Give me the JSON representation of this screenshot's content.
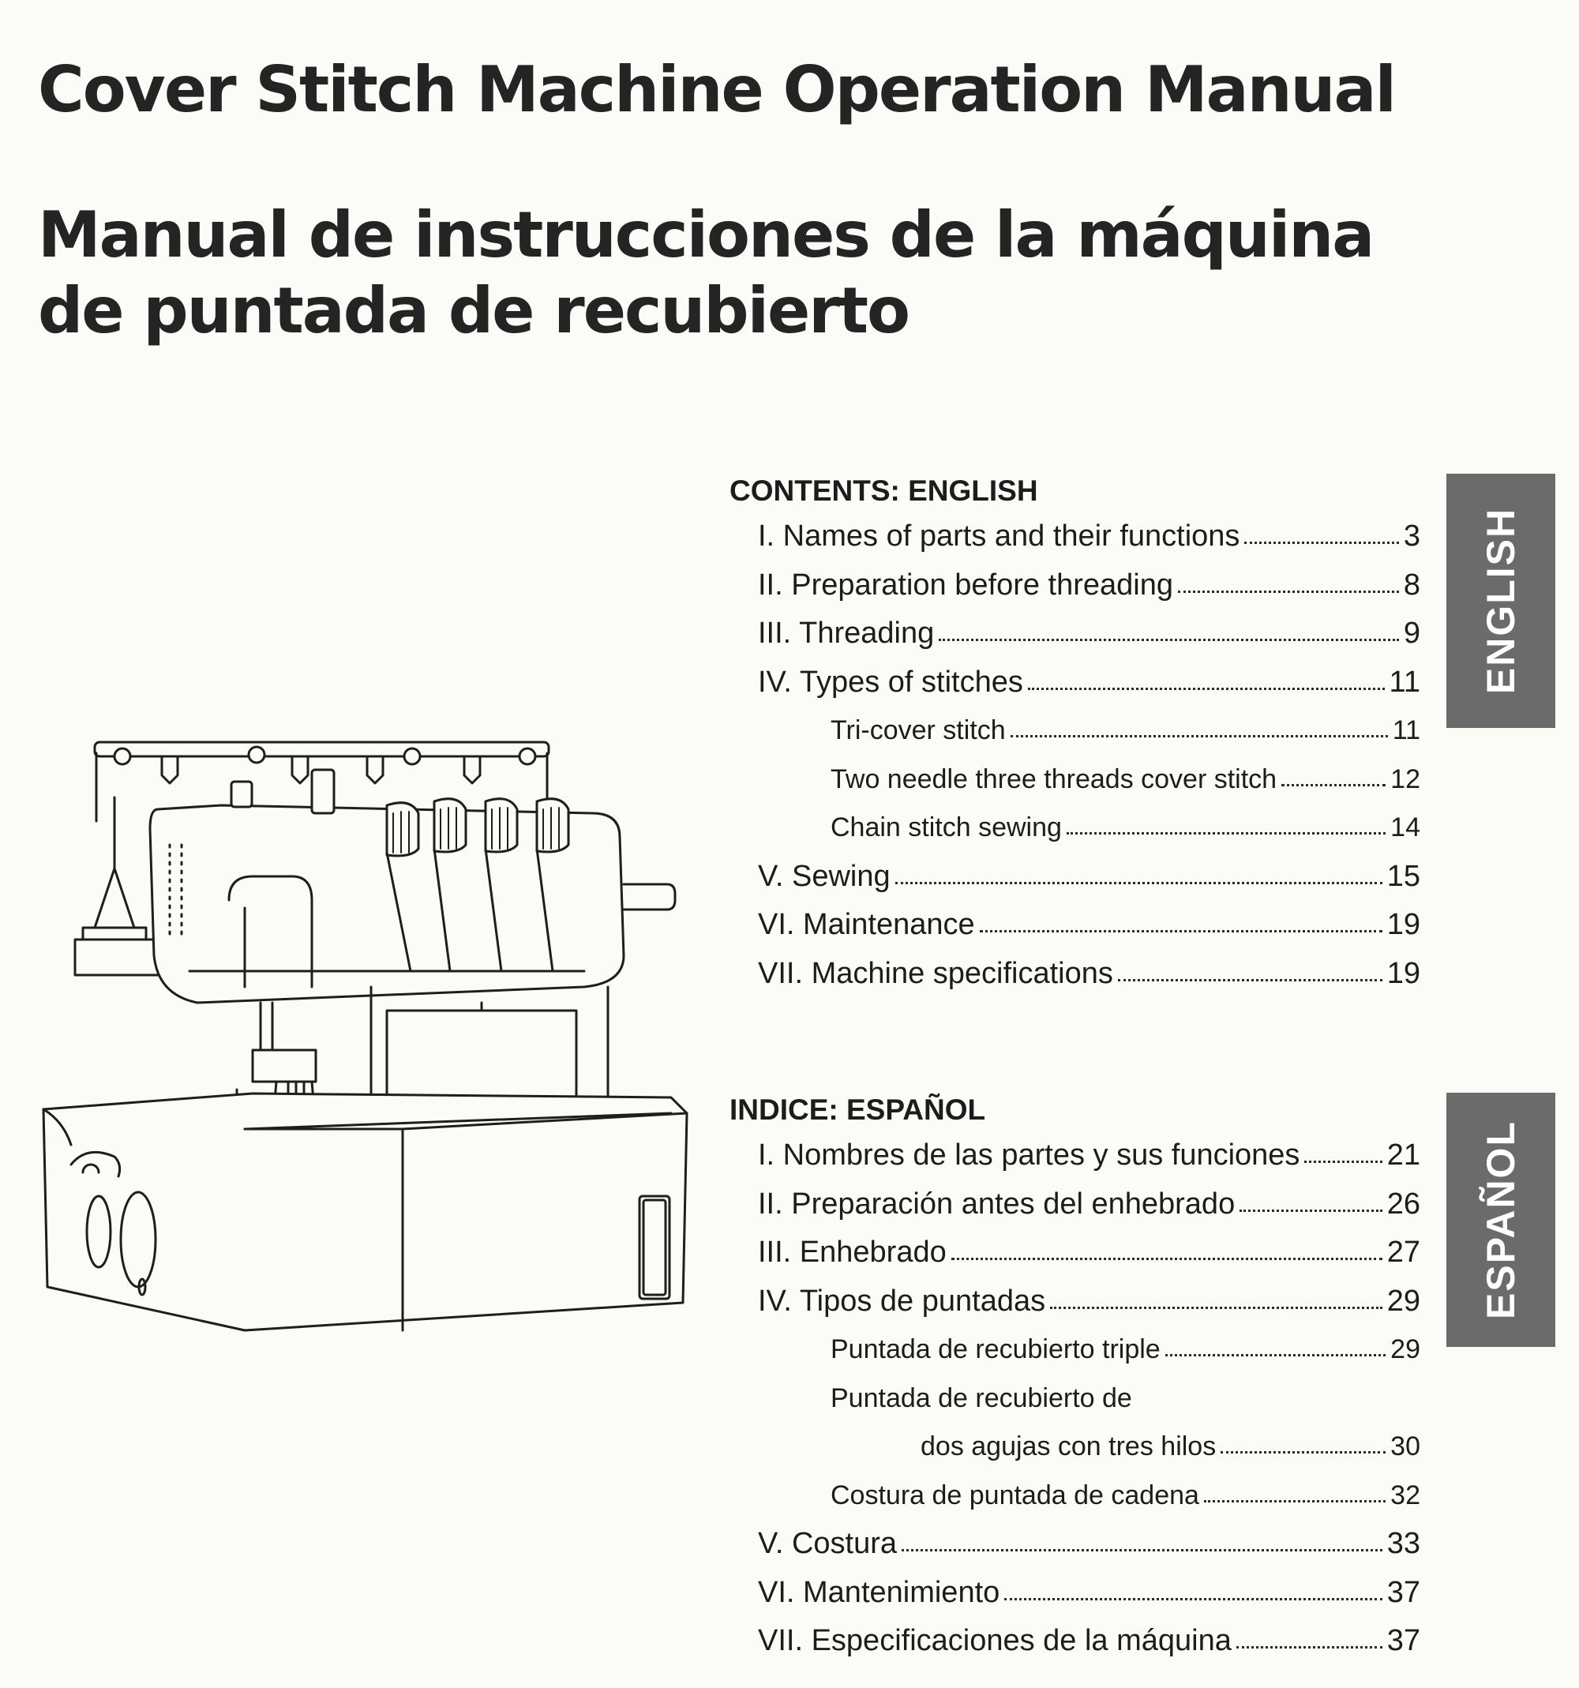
{
  "titles": {
    "english": "Cover Stitch Machine Operation Manual",
    "spanish": "Manual de instrucciones de la máquina de puntada de recubierto"
  },
  "contents_english": {
    "heading": "CONTENTS: ENGLISH",
    "tab": "ENGLISH",
    "entries": [
      {
        "label": "I. Names of parts and their functions",
        "page": "3"
      },
      {
        "label": "II. Preparation before threading",
        "page": "8"
      },
      {
        "label": "III. Threading",
        "page": "9"
      },
      {
        "label": "IV. Types of stitches",
        "page": "11"
      },
      {
        "label": "Tri-cover stitch",
        "page": "11"
      },
      {
        "label": "Two needle three threads cover stitch",
        "page": "12"
      },
      {
        "label": "Chain stitch sewing",
        "page": "14"
      },
      {
        "label": "V. Sewing",
        "page": "15"
      },
      {
        "label": "VI. Maintenance",
        "page": "19"
      },
      {
        "label": "VII. Machine specifications",
        "page": "19"
      }
    ]
  },
  "contents_spanish": {
    "heading": "INDICE: ESPAÑOL",
    "tab": "ESPAÑOL",
    "entries": [
      {
        "label": "I. Nombres de las partes y sus funciones",
        "page": "21"
      },
      {
        "label": "II. Preparación antes del enhebrado",
        "page": "26"
      },
      {
        "label": "III. Enhebrado",
        "page": "27"
      },
      {
        "label": "IV. Tipos de puntadas",
        "page": "29"
      },
      {
        "label": "Puntada de recubierto triple",
        "page": "29"
      },
      {
        "label": "Puntada de recubierto de",
        "page": ""
      },
      {
        "label": "dos agujas con tres hilos",
        "page": "30"
      },
      {
        "label": "Costura de puntada de cadena",
        "page": "32"
      },
      {
        "label": "V. Costura",
        "page": "33"
      },
      {
        "label": "VI. Mantenimiento",
        "page": "37"
      },
      {
        "label": "VII. Especificaciones de la máquina",
        "page": "37"
      }
    ]
  }
}
